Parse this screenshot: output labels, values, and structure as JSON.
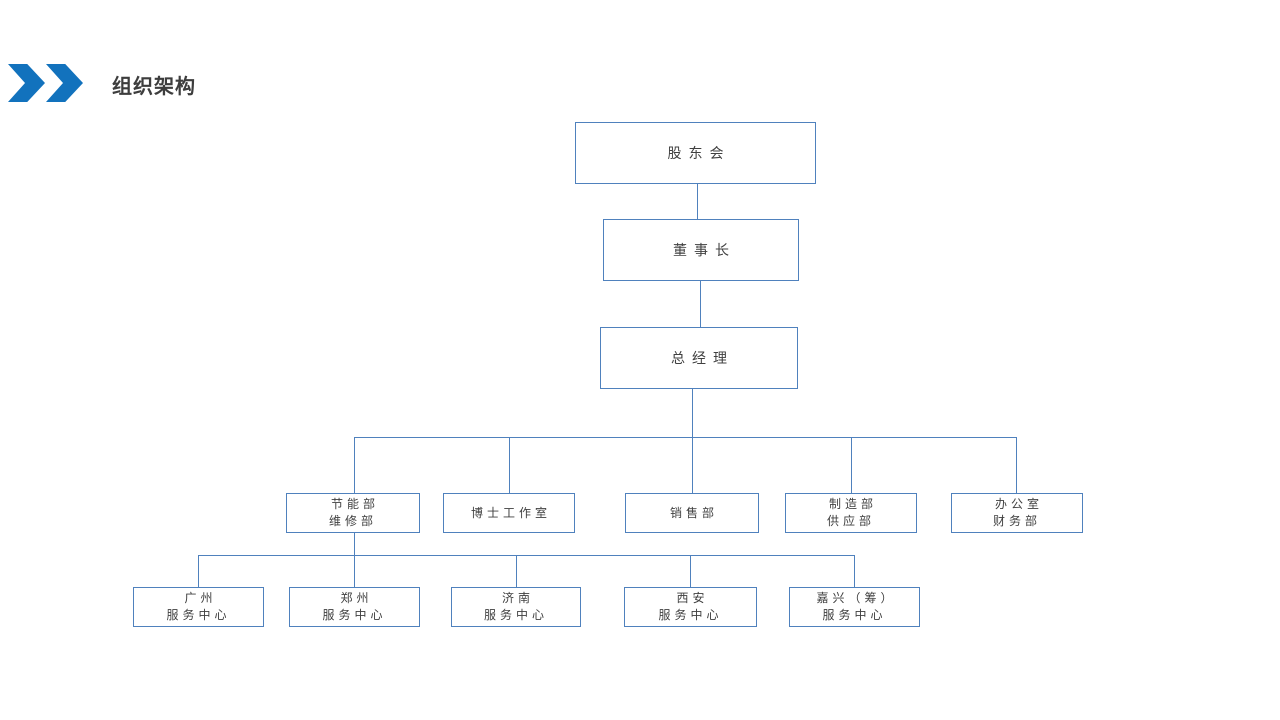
{
  "header": {
    "title": "组织架构",
    "title_color": "#3d3d3d",
    "chevron_icon_color": "#1272bd"
  },
  "org_chart": {
    "box_border_color": "#4f81bd",
    "connector_color": "#4f81bd",
    "text_color": "#404040",
    "root": {
      "label": "股东会"
    },
    "level2": {
      "label": "董事长"
    },
    "level3": {
      "label": "总经理"
    },
    "departments": [
      {
        "label": "节能部\n维修部"
      },
      {
        "label": "博士工作室"
      },
      {
        "label": "销售部"
      },
      {
        "label": "制造部\n供应部"
      },
      {
        "label": "办公室\n财务部"
      }
    ],
    "service_centers": [
      {
        "label": "广州\n服务中心"
      },
      {
        "label": "郑州\n服务中心"
      },
      {
        "label": "济南\n服务中心"
      },
      {
        "label": "西安\n服务中心"
      },
      {
        "label": "嘉兴（筹）\n服务中心"
      }
    ]
  }
}
